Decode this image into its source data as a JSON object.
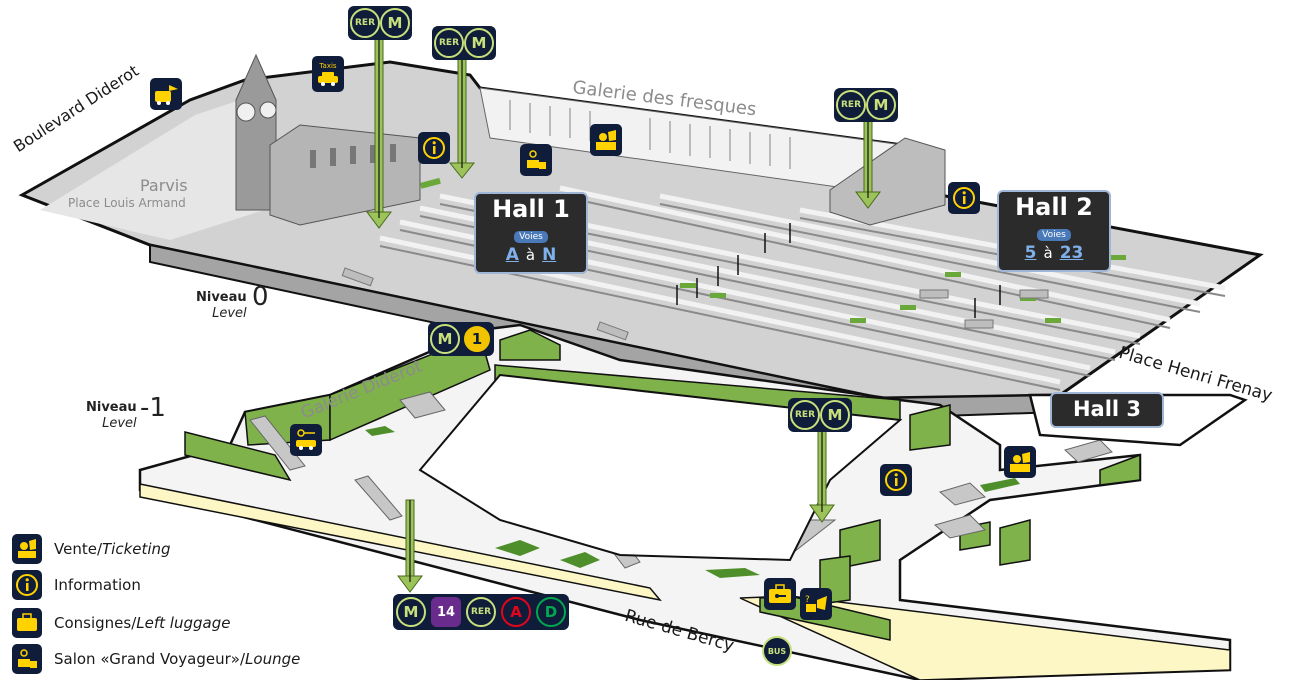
{
  "map": {
    "streets": {
      "boulevard_diderot": "Boulevard Diderot",
      "parvis": "Parvis",
      "place_louis_armand": "Place Louis Armand",
      "galerie_fresques": "Galerie des fresques",
      "galerie_diderot": "Galerie Diderot",
      "place_henri_frenay": "Place Henri Frenay",
      "rue_de_bercy": "Rue de Bercy"
    },
    "levels": {
      "level0": {
        "niveau": "Niveau",
        "level": "Level",
        "num": "0"
      },
      "level_minus1": {
        "niveau": "Niveau",
        "level": "Level",
        "num": "-1"
      }
    },
    "halls": {
      "hall1": {
        "title": "Hall 1",
        "voies": "Voies",
        "from": "A",
        "a": "à",
        "to": "N"
      },
      "hall2": {
        "title": "Hall 2",
        "voies": "Voies",
        "from": "5",
        "a": "à",
        "to": "23"
      },
      "hall3": {
        "title": "Hall 3"
      }
    },
    "transport": {
      "rer": "RER",
      "metro": "M",
      "line1": "1",
      "line14": "14",
      "rer_a": "A",
      "rer_d": "D",
      "bus": "BUS",
      "taxis": "Taxis"
    },
    "colors": {
      "platform_gray": "#c9c9c9",
      "green": "#7fb24a",
      "navy_icon": "#0f1d3a",
      "metro_green": "#c8e07c",
      "line1_yellow": "#f2c400",
      "line14_purple": "#6a2c8c",
      "rer_a_red": "#e3051c",
      "rer_d_green": "#00a84f",
      "yellow_path": "#fdf6c5"
    }
  },
  "legend": {
    "ticketing": {
      "fr": "Vente/",
      "en": "Ticketing",
      "icon": "ticketing-icon"
    },
    "information": {
      "fr": "Information",
      "en": "",
      "icon": "information-icon"
    },
    "luggage": {
      "fr": "Consignes/",
      "en": "Left luggage",
      "icon": "luggage-icon"
    },
    "lounge": {
      "fr": "Salon «Grand Voyageur»/",
      "en": "Lounge",
      "icon": "lounge-icon"
    }
  }
}
